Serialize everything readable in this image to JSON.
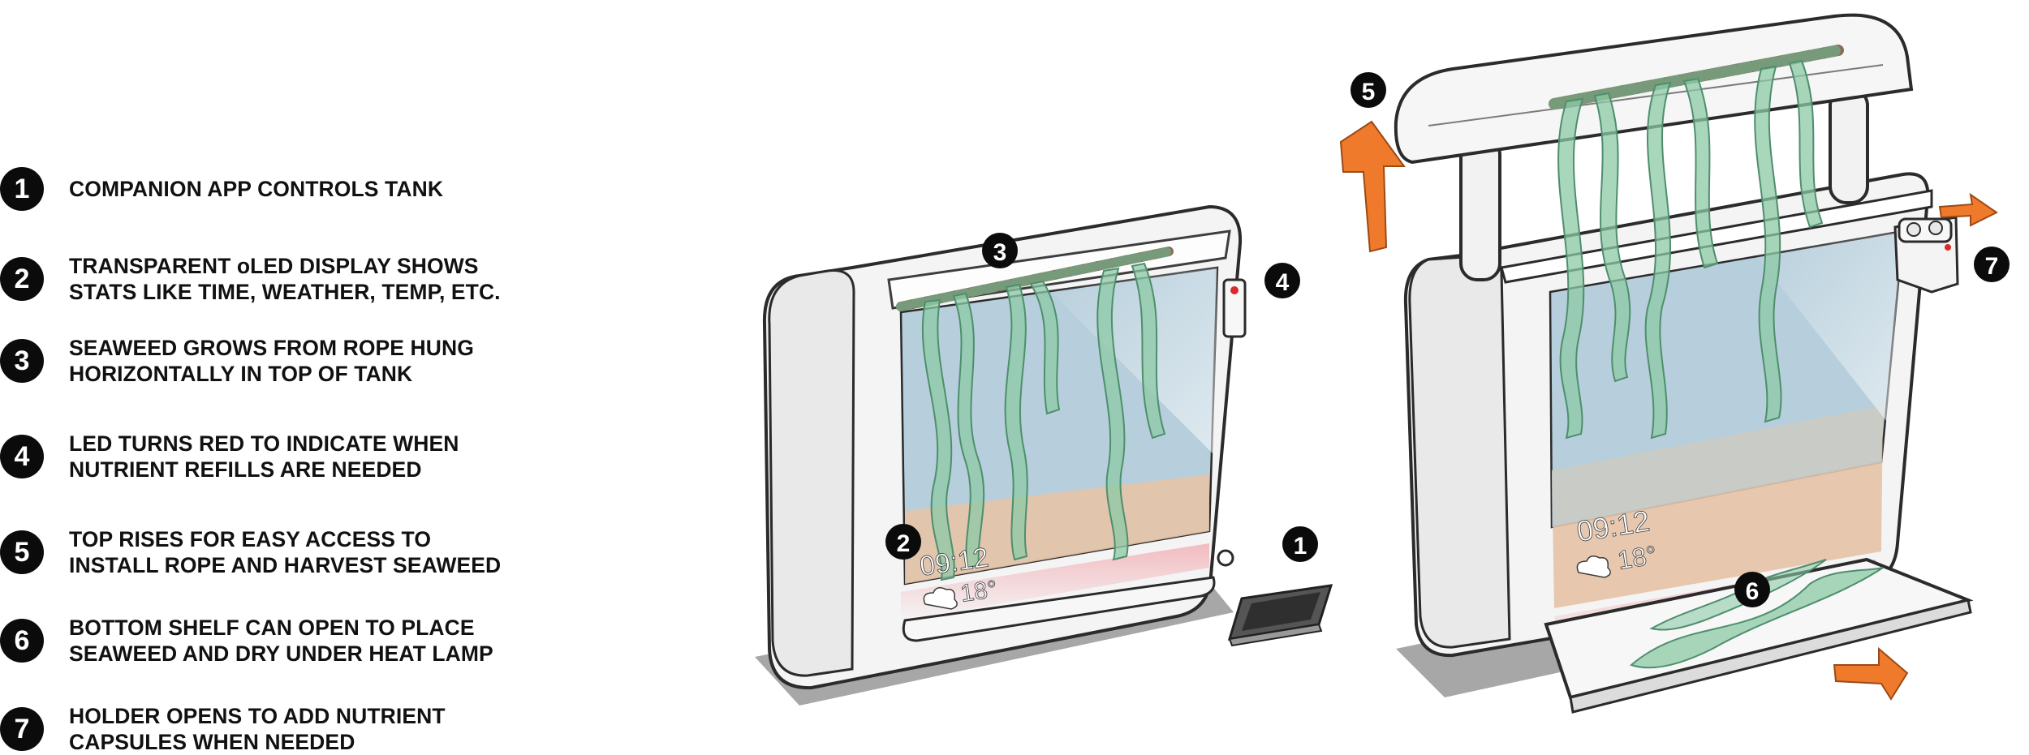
{
  "legend": [
    {
      "number": "1",
      "lines": [
        "COMPANION APP CONTROLS TANK"
      ]
    },
    {
      "number": "2",
      "lines": [
        "TRANSPARENT oLED DISPLAY SHOWS",
        "STATS LIKE TIME, WEATHER, TEMP, ETC."
      ]
    },
    {
      "number": "3",
      "lines": [
        "SEAWEED GROWS FROM ROPE HUNG",
        "HORIZONTALLY IN TOP OF TANK"
      ]
    },
    {
      "number": "4",
      "lines": [
        "LED TURNS RED TO INDICATE WHEN",
        "NUTRIENT REFILLS ARE NEEDED"
      ]
    },
    {
      "number": "5",
      "lines": [
        "TOP RISES FOR EASY ACCESS TO",
        "INSTALL ROPE AND HARVEST SEAWEED"
      ]
    },
    {
      "number": "6",
      "lines": [
        "BOTTOM SHELF CAN OPEN TO PLACE",
        "SEAWEED AND DRY UNDER HEAT LAMP"
      ]
    },
    {
      "number": "7",
      "lines": [
        "HOLDER OPENS TO ADD NUTRIENT",
        "CAPSULES WHEN NEEDED"
      ]
    }
  ],
  "display": {
    "time": "09:12",
    "temp": "18°"
  },
  "callouts": {
    "c1": "1",
    "c2": "2",
    "c3": "3",
    "c4": "4",
    "c5": "5",
    "c6": "6",
    "c7": "7"
  },
  "colors": {
    "badge": "#0b0b0b",
    "water": "#b7cfdc",
    "seaweed": "#8cc9a6",
    "sand": "#e6c3a6",
    "arrow": "#f07a2b",
    "led": "#d92b2b",
    "body": "#f4f4f4",
    "outline": "#2b2b2b"
  }
}
